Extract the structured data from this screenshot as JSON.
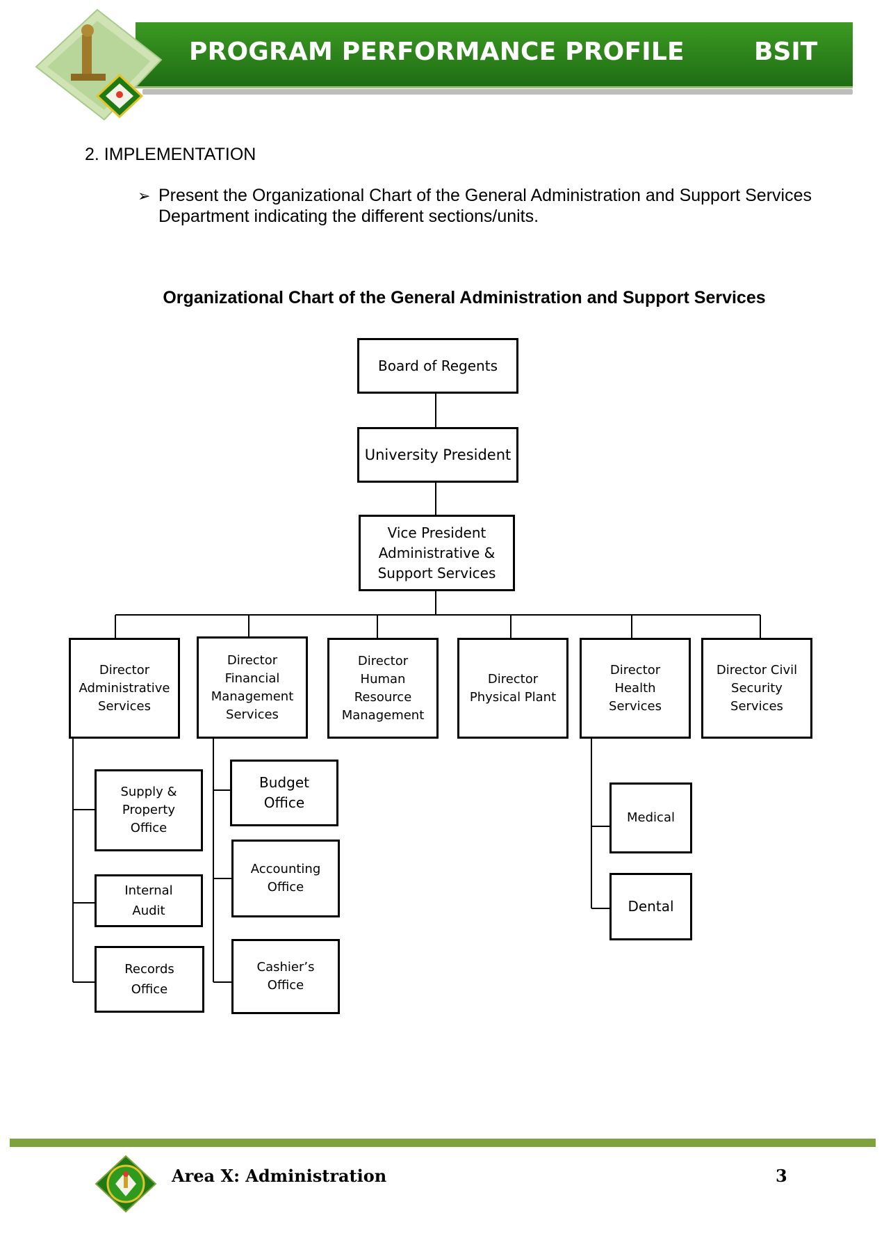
{
  "header": {
    "title": "PROGRAM PERFORMANCE PROFILE",
    "program_code": "BSIT",
    "brand_color": "#2b8a1a"
  },
  "section": {
    "heading": "2.  IMPLEMENTATION",
    "bullet": "Present the Organizational Chart of the General Administration and Support Services Department indicating the different sections/units."
  },
  "chart": {
    "title": "Organizational Chart of the General Administration and Support Services",
    "board": "Board of Regents",
    "president": "University President",
    "vp": "Vice President\nAdministrative &\nSupport Services",
    "directors": [
      "Director\nAdministrative\nServices",
      "Director\nFinancial\nManagement\nServices",
      "Director\nHuman\nResource\nManagement",
      "Director\nPhysical Plant",
      "Director\nHealth\nServices",
      "Director Civil\nSecurity\nServices"
    ],
    "admin_units": [
      "Supply &\nProperty\nOffice",
      "Internal\nAudit",
      "Records\nOffice"
    ],
    "finance_units": [
      "Budget\nOffice",
      "Accounting\nOffice",
      "Cashier’s\nOffice"
    ],
    "health_units": [
      "Medical",
      "Dental"
    ]
  },
  "footer": {
    "label": "Area X: Administration",
    "page_number": "3",
    "accent_color": "#7fa33c"
  }
}
